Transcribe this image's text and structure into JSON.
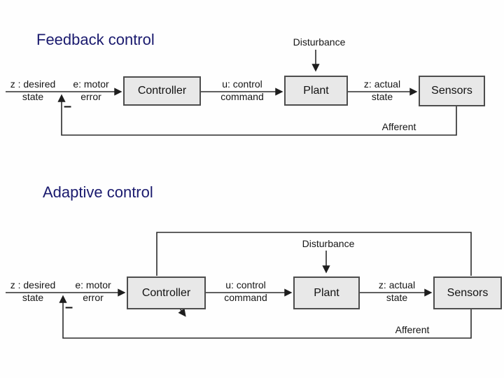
{
  "slide": {
    "background_color": "#fefefe",
    "title_color": "#1a1a6e",
    "line_color": "#2b2b2b",
    "box_fill_color": "#e8e8e8",
    "box_border_color": "#4d4d4d"
  },
  "diagrams": [
    {
      "id": "feedback",
      "title": "Feedback control",
      "blocks": {
        "controller": "Controller",
        "plant": "Plant",
        "sensors": "Sensors"
      },
      "labels": {
        "desired_top": "z : desired",
        "desired_bottom": "state",
        "error_top": "e: motor",
        "error_bottom": "error",
        "command_top": "u: control",
        "command_bottom": "command",
        "actual_top": "z: actual",
        "actual_bottom": "state",
        "disturbance": "Disturbance",
        "afferent": "Afferent",
        "minus": "–"
      }
    },
    {
      "id": "adaptive",
      "title": "Adaptive control",
      "blocks": {
        "controller": "Controller",
        "plant": "Plant",
        "sensors": "Sensors"
      },
      "labels": {
        "desired_top": "z : desired",
        "desired_bottom": "state",
        "error_top": "e: motor",
        "error_bottom": "error",
        "command_top": "u: control",
        "command_bottom": "command",
        "actual_top": "z: actual",
        "actual_bottom": "state",
        "disturbance": "Disturbance",
        "afferent": "Afferent",
        "minus": "–"
      }
    }
  ]
}
